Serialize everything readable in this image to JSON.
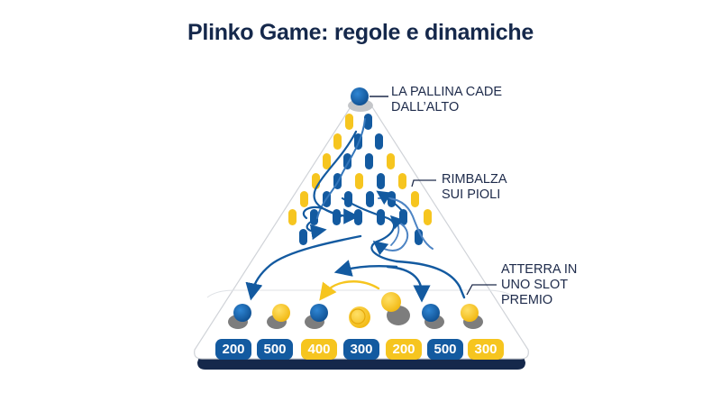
{
  "title": "Plinko Game: regole e dinamiche",
  "annotations": [
    {
      "id": "drop",
      "lines": [
        "LA PALLINA CADE",
        "DALL’ALTO"
      ]
    },
    {
      "id": "bounce",
      "lines": [
        "RIMBALZA",
        "SUI PIOLI"
      ]
    },
    {
      "id": "land",
      "lines": [
        "ATTERRA IN",
        "UNO SLOT",
        "PREMIO"
      ]
    }
  ],
  "slots": [
    {
      "value": "200",
      "color": "blue"
    },
    {
      "value": "500",
      "color": "blue"
    },
    {
      "value": "400",
      "color": "yellow"
    },
    {
      "value": "300",
      "color": "blue"
    },
    {
      "value": "200",
      "color": "yellow"
    },
    {
      "value": "500",
      "color": "blue"
    },
    {
      "value": "300",
      "color": "yellow"
    }
  ],
  "colors": {
    "blue": "#135aa0",
    "yellow": "#f6c51f",
    "navy": "#15284b",
    "shadow": "#7d7d7d"
  }
}
